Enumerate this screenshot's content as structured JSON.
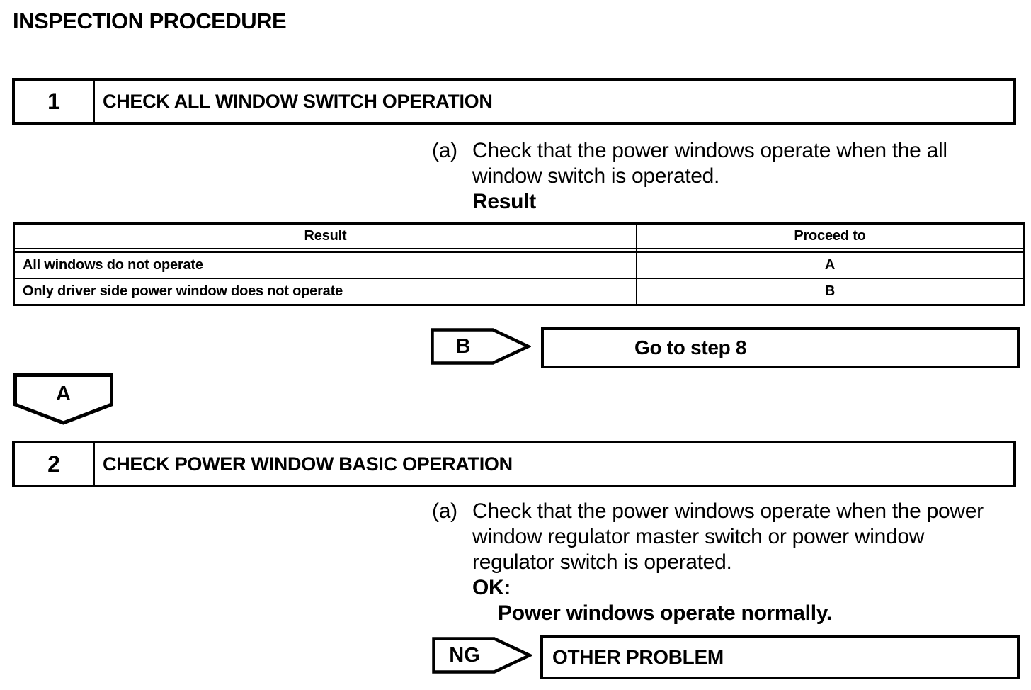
{
  "page": {
    "title": "INSPECTION PROCEDURE"
  },
  "steps": [
    {
      "number": "1",
      "title": "CHECK ALL WINDOW SWITCH OPERATION"
    },
    {
      "number": "2",
      "title": "CHECK POWER WINDOW BASIC OPERATION"
    }
  ],
  "step1": {
    "marker": "(a)",
    "lines": [
      "Check that the power windows operate when the all",
      "window switch is operated."
    ],
    "result_label": "Result"
  },
  "result_table": {
    "headers": {
      "result": "Result",
      "proceed": "Proceed to"
    },
    "rows": [
      {
        "result": "All windows do not operate",
        "proceed": "A"
      },
      {
        "result": "Only driver side power window does not operate",
        "proceed": "B"
      }
    ]
  },
  "connectors": {
    "b_label": "B",
    "b_action": "Go to step 8",
    "a_label": "A",
    "ng_label": "NG",
    "ng_action": "OTHER PROBLEM"
  },
  "step2": {
    "marker": "(a)",
    "lines": [
      "Check that the power windows operate when the power",
      "window regulator master switch or power window",
      "regulator switch is operated."
    ],
    "ok_label": "OK:",
    "ok_text": "Power windows operate normally."
  },
  "colors": {
    "ink": "#000000",
    "paper": "#ffffff"
  }
}
